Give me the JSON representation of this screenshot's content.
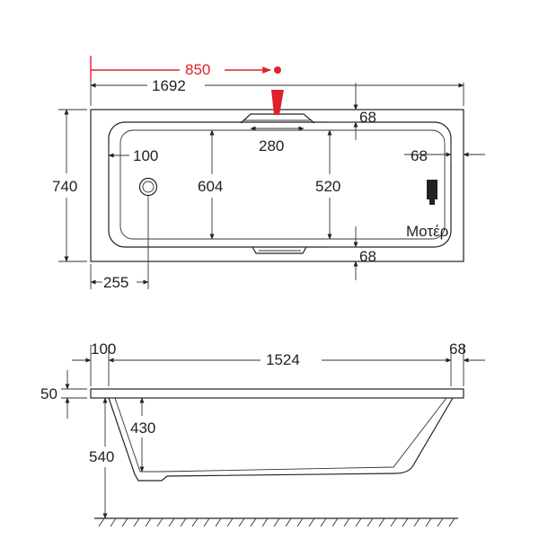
{
  "top_view": {
    "tap_distance": "850",
    "overall_length": "1692",
    "overall_width": "740",
    "inner_width": "604",
    "inner_width_bottom": "520",
    "rim_top": "68",
    "rim_right": "68",
    "rim_bottom": "68",
    "tap_width": "280",
    "drain_offset_x": "100",
    "drain_offset_bottom": "255",
    "motor_label": "Μοτέρ"
  },
  "side_view": {
    "rim_left": "100",
    "inner_length": "1524",
    "rim_right": "68",
    "rim_thickness": "50",
    "inner_depth": "430",
    "total_height": "540"
  },
  "colors": {
    "line": "#222222",
    "accent_red": "#e0202a",
    "motor": "#222222"
  }
}
